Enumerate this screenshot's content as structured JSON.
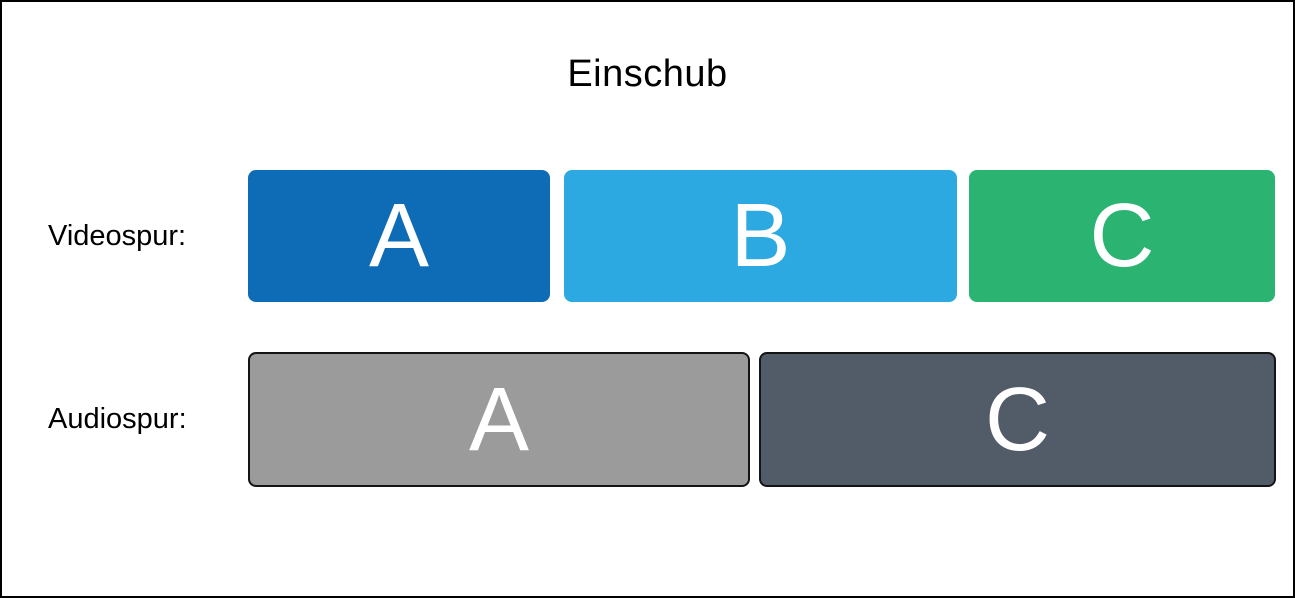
{
  "diagram": {
    "title": "Einschub",
    "text_color": "#000000",
    "clip_letter_color": "#ffffff",
    "audio_clip_border_color": "#141414",
    "tracks": [
      {
        "name": "video",
        "label": "Videospur:",
        "clips": [
          {
            "letter": "A",
            "color": "#0d6cb5"
          },
          {
            "letter": "B",
            "color": "#2ba9e0"
          },
          {
            "letter": "C",
            "color": "#2bb372"
          }
        ]
      },
      {
        "name": "audio",
        "label": "Audiospur:",
        "clips": [
          {
            "letter": "A",
            "color": "#9b9b9b"
          },
          {
            "letter": "C",
            "color": "#525c68"
          }
        ]
      }
    ]
  }
}
